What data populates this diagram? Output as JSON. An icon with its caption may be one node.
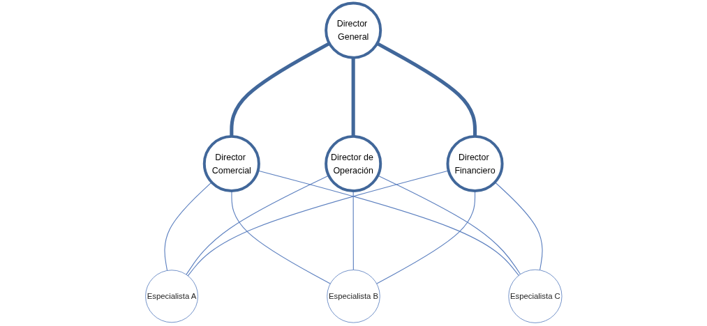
{
  "diagram": {
    "nodes": [
      {
        "text": [
          "Director General"
        ]
      },
      {
        "text": [
          "Director Comercial"
        ]
      },
      {
        "text": [
          "Director de Operación"
        ]
      },
      {
        "text": [
          "Director Financiero"
        ]
      },
      {
        "text": [
          "Especialista A"
        ]
      },
      {
        "text": [
          "Especialista B"
        ]
      },
      {
        "text": [
          "Especialista C"
        ]
      }
    ],
    "edges": [
      {
        "from": 0,
        "to": 1,
        "arrow": "none",
        "style": "thick",
        "color": "#41679a"
      },
      {
        "from": 0,
        "to": 2,
        "arrow": "none",
        "style": "thick",
        "color": "#41679a"
      },
      {
        "from": 0,
        "to": 3,
        "arrow": "none",
        "style": "thick",
        "color": "#41679a"
      },
      {
        "from": 1,
        "to": 4,
        "arrow": "none"
      },
      {
        "from": 1,
        "to": 5,
        "arrow": "none"
      },
      {
        "from": 1,
        "to": 6,
        "arrow": "none"
      },
      {
        "from": 2,
        "to": 4,
        "arrow": "none"
      },
      {
        "from": 2,
        "to": 5,
        "arrow": "none"
      },
      {
        "from": 2,
        "to": 6,
        "arrow": "none"
      },
      {
        "from": 3,
        "to": 4,
        "arrow": "none"
      },
      {
        "from": 3,
        "to": 5,
        "arrow": "none"
      },
      {
        "from": 3,
        "to": 6,
        "arrow": "none"
      }
    ]
  }
}
